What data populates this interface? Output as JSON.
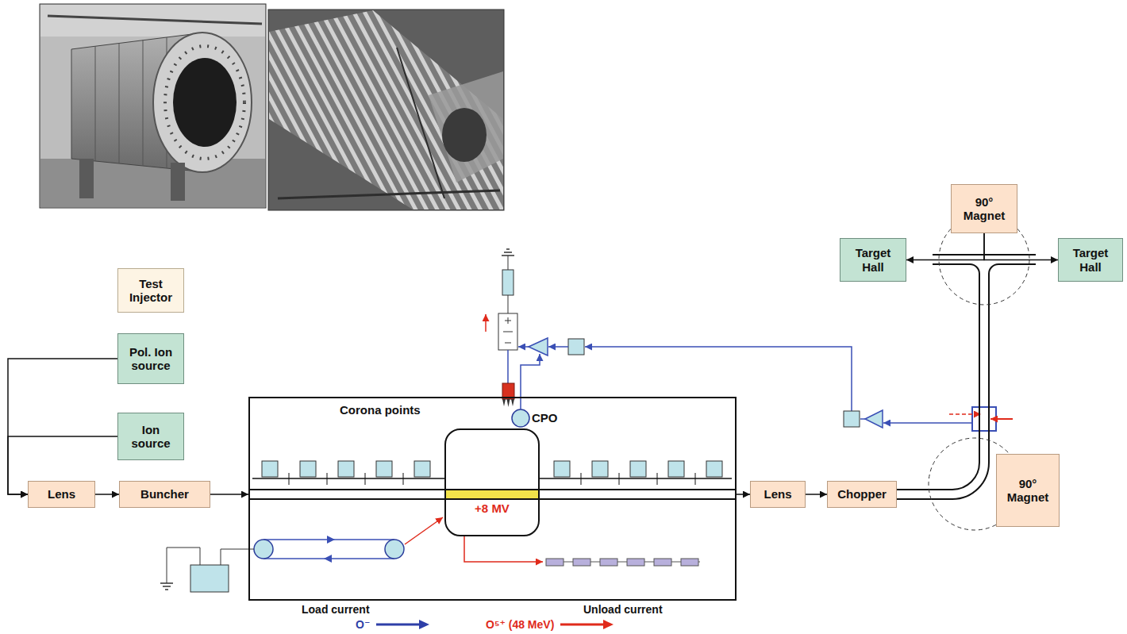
{
  "diagram": {
    "nodes": [
      {
        "text": [
          "90° Magnet"
        ]
      },
      {
        "text": [
          "Target Hall"
        ]
      },
      {
        "text": [
          "Target Hall"
        ]
      },
      {
        "text": [
          "Test Injector"
        ]
      },
      {
        "text": [
          "Pol. Ion source"
        ]
      },
      {
        "text": [
          "Ion source"
        ]
      },
      {
        "text": [
          "Lens"
        ]
      },
      {
        "text": [
          "Buncher"
        ]
      },
      {
        "text": [
          "Corona points",
          "CPO"
        ]
      },
      {
        "text": [
          "+8 MV"
        ],
        "in": 8
      },
      {
        "text": [
          "Lens"
        ]
      },
      {
        "text": [
          "Chopper"
        ]
      },
      {
        "text": [
          "90° Magnet"
        ]
      }
    ],
    "edges": [
      {
        "from": 4,
        "to": 6,
        "arrow": "to"
      },
      {
        "from": 5,
        "to": 6,
        "arrow": "to"
      },
      {
        "from": 6,
        "to": 7,
        "arrow": "to"
      },
      {
        "from": 7,
        "to": 8,
        "arrow": "to"
      },
      {
        "from": 8,
        "to": 10,
        "arrow": "to"
      },
      {
        "from": 10,
        "to": 11,
        "arrow": "to"
      },
      {
        "from": 0,
        "to": 1,
        "arrow": "to"
      },
      {
        "from": 0,
        "to": 2,
        "arrow": "to"
      }
    ],
    "labels": [
      "Load current",
      "Unload current"
    ],
    "legend": [
      {
        "text": "O⁻"
      },
      {
        "text": "O⁵⁺ (48 MeV)"
      }
    ]
  }
}
